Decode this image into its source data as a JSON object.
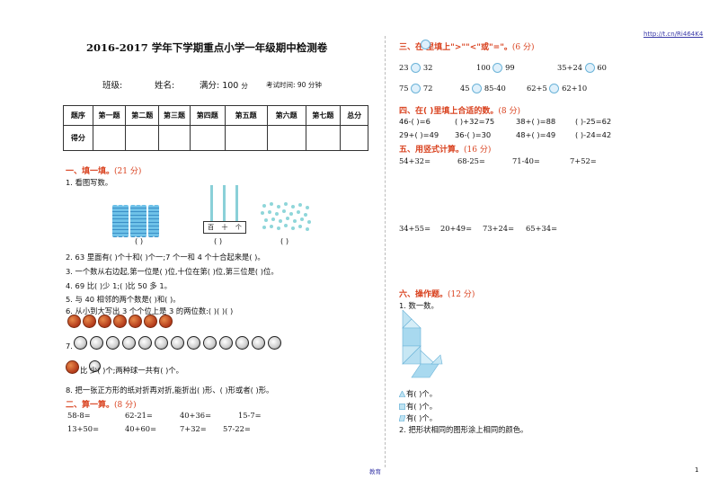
{
  "header": {
    "url": "http://t.cn/Ri464K4"
  },
  "title": "2016-2017 学年下学期重点小学一年级期中检测卷",
  "info": {
    "class_label": "班级:",
    "name_label": "姓名:",
    "full_label": "满分: 100",
    "full_unit": "分",
    "time_label": "考试时间: 90 分钟"
  },
  "score_table": {
    "headers": [
      "题序",
      "第一题",
      "第二题",
      "第三题",
      "第四题",
      "第五题",
      "第六题",
      "第七题",
      "总分"
    ],
    "row_label": "得分"
  },
  "sec1": {
    "title": "一、填一填。",
    "pts": "(21 分)",
    "q1": "1. 看图写数。",
    "blanks": [
      "(    )",
      "(    )",
      "(    )"
    ],
    "abacus_labels": [
      "百",
      "十",
      "个"
    ],
    "q2": "2. 63 里面有(    )个十和(    )个一;7 个一和 4 个十合起来是(    )。",
    "q3": "3. 一个数从右边起,第一位是(    )位,十位在第(    )位,第三位是(    )位。",
    "q4": "4. 69 比(    )少 1;(    )比 50 多 1。",
    "q5": "5. 与 40 相邻的两个数是(    )和(    )。",
    "q6": "6. 从小到大写出 3 个个位上是 3 的两位数:(    )(    )(    )",
    "q7": "7.",
    "q7b": "比      少(    )个;两种球一共有(    )个。",
    "q8": "8. 把一张正方形的纸对折再对折,能折出(    )形、(    )形或者(    )形。"
  },
  "sec2": {
    "title": "二、算一算。",
    "pts": "(8 分)",
    "row1": [
      "58-8=",
      "62-21=",
      "40+36=",
      "15-7="
    ],
    "row2": [
      "13+50=",
      "40+60=",
      "7+32=",
      "57-22="
    ]
  },
  "sec3": {
    "title": "三、在      里填上\">\"\"<\"或\"=\"。",
    "pts": "(6 分)",
    "row1": [
      "23",
      "32",
      "100",
      "99",
      "35+24",
      "60"
    ],
    "row2": [
      "75",
      "72",
      "45",
      "85-40",
      "62+5",
      "62+10"
    ]
  },
  "sec4": {
    "title": "四、在(    )里填上合适的数。",
    "pts": "(8 分)",
    "row1": [
      "46-(    )=6",
      "(    )+32=75",
      "38+(    )=88",
      "(    )-25=62"
    ],
    "row2": [
      "29+(    )=49",
      "36-(    )=30",
      "48+(    )=49",
      "(    )-24=42"
    ]
  },
  "sec5": {
    "title": "五、用竖式计算。",
    "pts": "(16 分)",
    "row1": [
      "54+32=",
      "68-25=",
      "71-40=",
      "7+52="
    ],
    "row2": [
      "34+55=",
      "20+49=",
      "73+24=",
      "65+34="
    ]
  },
  "sec6": {
    "title": "六、操作题。",
    "pts": "(12 分)",
    "q1": "1. 数一数。",
    "counts": [
      "有(    )个。",
      "有(    )个。",
      "有(    )个。"
    ],
    "q2": "2. 把形状相同的图形涂上相同的颜色。"
  },
  "footer": {
    "center": "教育",
    "page": "1"
  },
  "colors": {
    "accent": "#d9421f",
    "link": "#3a3aa8"
  }
}
